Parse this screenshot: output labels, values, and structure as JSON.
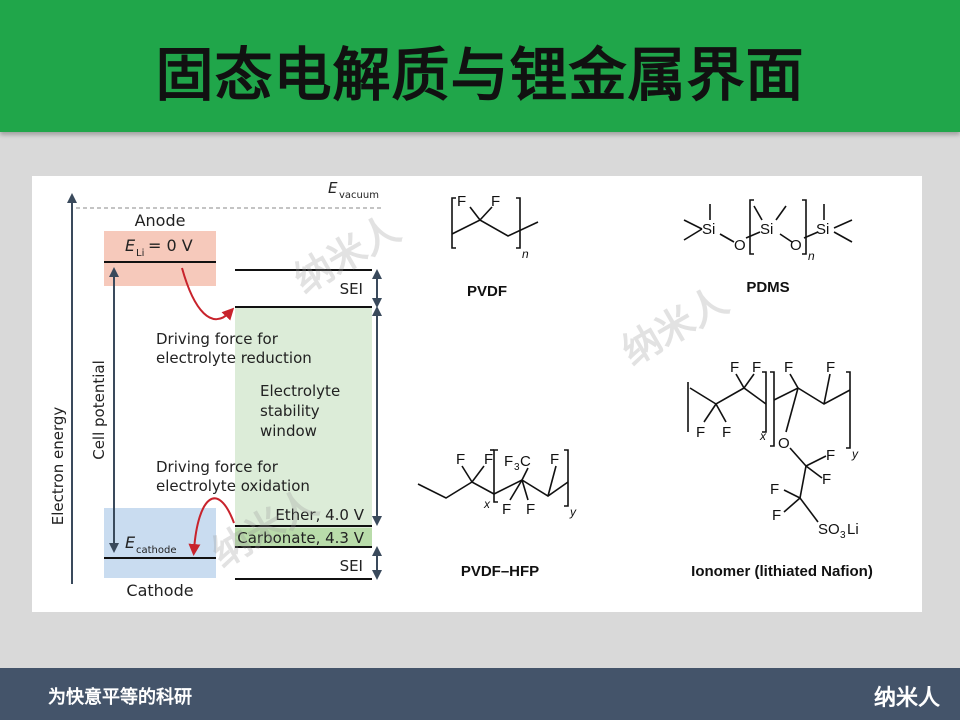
{
  "header": {
    "title": "固态电解质与锂金属界面"
  },
  "footer": {
    "slogan": "为快意平等的科研",
    "brand": "纳米人"
  },
  "watermark": {
    "text": "纳米人"
  },
  "colors": {
    "header_green": "#20a64a",
    "footer_slate": "#44546a",
    "anode_fill": "#f6c9bb",
    "cathode_fill": "#c9dcf0",
    "window_fill": "#dcecd8",
    "carbonate_fill": "#b9dcaa",
    "arrow_red": "#c8232c",
    "arrow_dark": "#3a4a5c"
  },
  "diagram": {
    "vacuum": {
      "symbol": "E",
      "subscript": "vacuum"
    },
    "axis_label": "Electron energy",
    "cell_potential": "Cell potential",
    "anode_label": "Anode",
    "anode_energy": {
      "symbol": "E",
      "subscript": "Li",
      "rest": " = 0 V"
    },
    "cathode_label": "Cathode",
    "cathode_energy": {
      "symbol": "E",
      "subscript": "cathode"
    },
    "sei_top": "SEI",
    "sei_bottom": "SEI",
    "reduction": [
      "Driving force for",
      "electrolyte reduction"
    ],
    "window": [
      "Electrolyte",
      "stability",
      "window"
    ],
    "oxidation": [
      "Driving force for",
      "electrolyte oxidation"
    ],
    "ether": "Ether, 4.0 V",
    "carbonate": "Carbonate, 4.3 V"
  },
  "structures": {
    "pvdf": {
      "caption": "PVDF",
      "atoms": [
        "F",
        "F"
      ],
      "sub": "n"
    },
    "pdms": {
      "caption": "PDMS",
      "atoms": [
        "Si",
        "O",
        "Si",
        "O",
        "Si"
      ],
      "sub": "n"
    },
    "pvdf_hfp": {
      "caption": "PVDF–HFP",
      "atoms_top": [
        "F",
        "F",
        "F",
        "3",
        "C",
        "F"
      ],
      "atoms_bottom": [
        "F",
        "F"
      ],
      "subs": [
        "x",
        "y"
      ]
    },
    "nafion": {
      "caption": "Ionomer (lithiated Nafion)",
      "atoms": [
        "F",
        "F",
        "F",
        "F",
        "F",
        "F",
        "O",
        "F",
        "F",
        "F",
        "F",
        "SO",
        "3",
        "Li"
      ],
      "subs": [
        "x",
        "y"
      ]
    }
  }
}
